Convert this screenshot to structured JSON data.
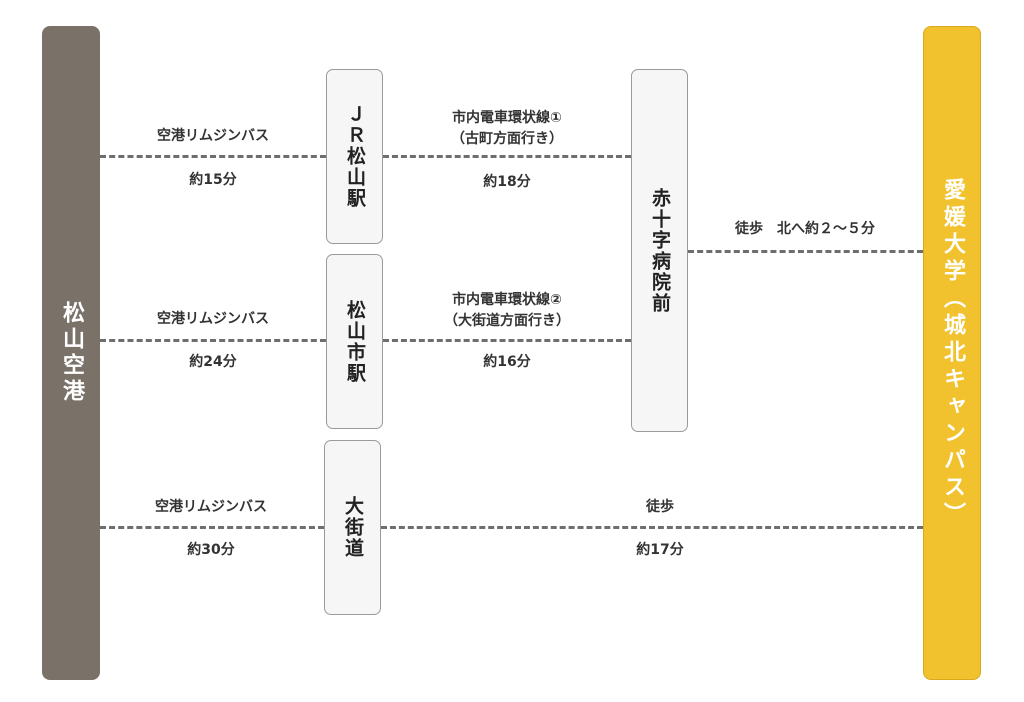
{
  "origin": {
    "label": "松山空港"
  },
  "destination": {
    "label": "愛媛大学（城北キャンパス）"
  },
  "stations": {
    "jr": "ＪＲ松山駅",
    "shi": "松山市駅",
    "kaido": "大街道",
    "sekijuji": "赤十字病院前"
  },
  "routes": {
    "r1": {
      "mode": "空港リムジンバス",
      "time": "約15分"
    },
    "r2": {
      "mode": "空港リムジンバス",
      "time": "約24分"
    },
    "r3": {
      "mode": "空港リムジンバス",
      "time": "約30分"
    },
    "tram1": {
      "line": "市内電車環状線①",
      "direction": "（古町方面行き）",
      "time": "約18分"
    },
    "tram2": {
      "line": "市内電車環状線②",
      "direction": "（大街道方面行き）",
      "time": "約16分"
    },
    "walk1": {
      "mode": "徒歩",
      "time": "約17分"
    },
    "walk2": {
      "text": "徒歩　北へ約２～５分"
    }
  },
  "colors": {
    "origin_fill": "#7a7168",
    "destination_fill": "#f1c22d",
    "station_fill": "#f6f6f6",
    "line": "#6e6e6e"
  }
}
